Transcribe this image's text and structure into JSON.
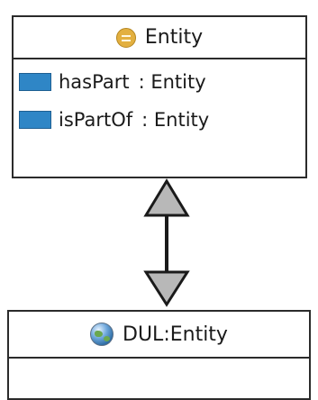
{
  "diagram": {
    "entity_class": {
      "name": "Entity",
      "icon": "class-icon",
      "attributes": [
        {
          "name": "hasPart",
          "type": ": Entity",
          "icon": "object-property-icon"
        },
        {
          "name": "isPartOf",
          "type": ": Entity",
          "icon": "object-property-icon"
        }
      ]
    },
    "dul_class": {
      "name": "DUL:Entity",
      "icon": "globe-icon"
    },
    "relation": {
      "type": "bidirectional-arrow",
      "colors": {
        "arrowhead_fill": "#b8b8b8",
        "stroke": "#1a1a1a"
      }
    }
  }
}
